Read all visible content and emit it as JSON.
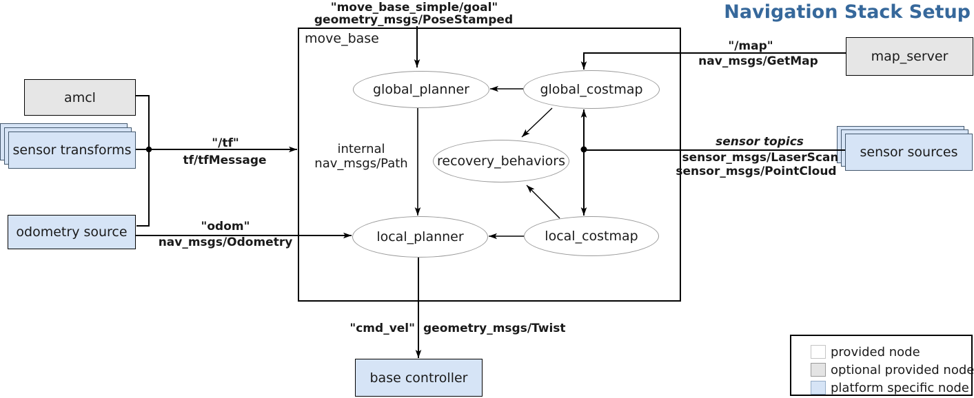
{
  "title": {
    "text": "Navigation Stack Setup",
    "color": "#36689b"
  },
  "container": {
    "label": "move_base"
  },
  "nodes": {
    "amcl": {
      "label": "amcl",
      "type": "optional provided node"
    },
    "sensor_transforms": {
      "label": "sensor transforms",
      "type": "platform specific node"
    },
    "odometry_source": {
      "label": "odometry source",
      "type": "platform specific node"
    },
    "map_server": {
      "label": "map_server",
      "type": "optional provided node"
    },
    "sensor_sources": {
      "label": "sensor sources",
      "type": "platform specific node"
    },
    "base_controller": {
      "label": "base controller",
      "type": "platform specific node"
    }
  },
  "components": {
    "global_planner": {
      "label": "global_planner"
    },
    "global_costmap": {
      "label": "global_costmap"
    },
    "recovery_behaviors": {
      "label": "recovery_behaviors"
    },
    "local_planner": {
      "label": "local_planner"
    },
    "local_costmap": {
      "label": "local_costmap"
    }
  },
  "edges": {
    "goal": {
      "topic": "\"move_base_simple/goal\"",
      "msg": "geometry_msgs/PoseStamped"
    },
    "tf": {
      "topic": "\"/tf\"",
      "msg": "tf/tfMessage"
    },
    "odom": {
      "topic": "\"odom\"",
      "msg": "nav_msgs/Odometry"
    },
    "map": {
      "topic": "\"/map\"",
      "msg": "nav_msgs/GetMap"
    },
    "sensor": {
      "topic": "sensor topics",
      "msg1": "sensor_msgs/LaserScan",
      "msg2": "sensor_msgs/PointCloud"
    },
    "cmd_vel": {
      "topic": "\"cmd_vel\"",
      "msg": "geometry_msgs/Twist"
    },
    "internal": {
      "line1": "internal",
      "line2": "nav_msgs/Path"
    }
  },
  "legend": {
    "items": [
      {
        "label": "provided node",
        "color": "#ffffff"
      },
      {
        "label": "optional provided node",
        "color": "#e4e4e4"
      },
      {
        "label": "platform specific node",
        "color": "#d6e4f6"
      }
    ]
  },
  "colors": {
    "platform_node_fill": "#d6e4f6",
    "optional_node_fill": "#e6e6e6",
    "provided_node_fill": "#ffffff",
    "line": "#000000",
    "ellipse_border": "#999999",
    "title": "#36689b"
  }
}
